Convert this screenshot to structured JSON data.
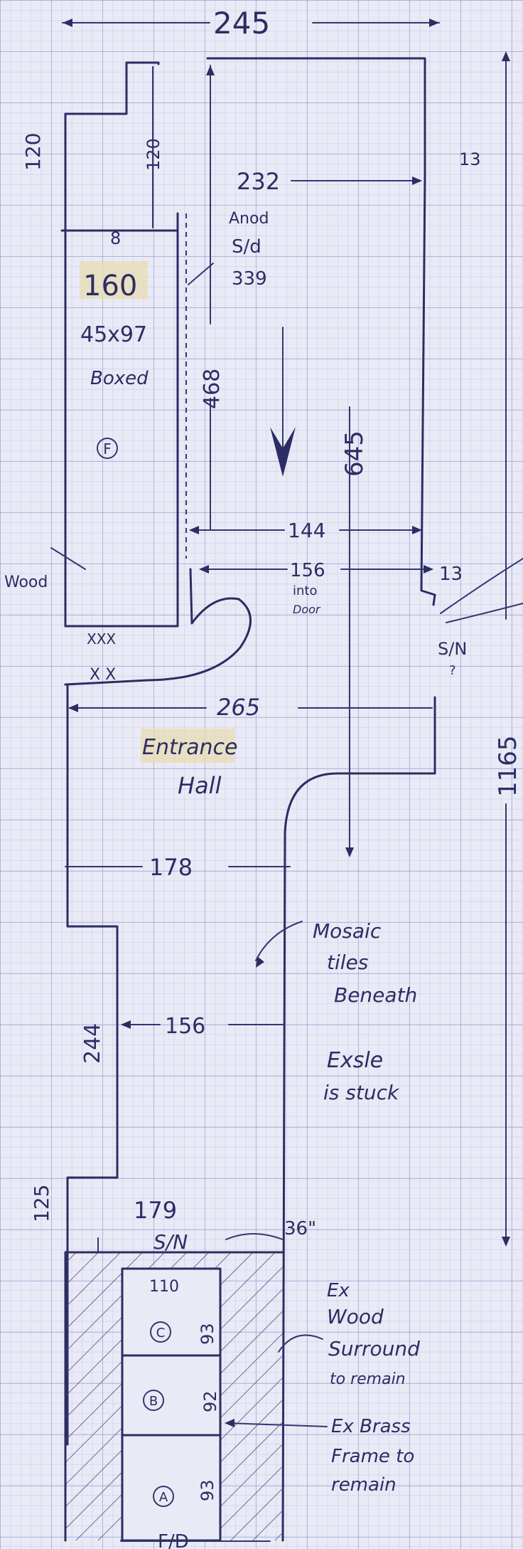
{
  "dimensions": {
    "overall_width": "245",
    "top_step_left": "120",
    "top_step_inner": "120",
    "corridor_width_top": "232",
    "right_jog_top": "13",
    "boxed_length": "160",
    "boxed_section": "45x97",
    "boxed_note": "Boxed",
    "boxed_depth": "8",
    "corridor_length": "468",
    "stair_run": "645",
    "corridor_width_mid": "144",
    "into_door_width": "156",
    "into_door_note_1": "into",
    "into_door_note_2": "Door",
    "right_jog_mid": "13",
    "hall_width": "265",
    "total_length": "1165",
    "hall_lower_width": "178",
    "recess_length": "244",
    "recess_width": "156",
    "lower_step": "125",
    "bay_width": "179",
    "bay_side": "36\"",
    "bay_bottom": "110",
    "hearth_c": "93",
    "hearth_b": "92",
    "hearth_a": "93"
  },
  "labels": {
    "anod_1": "Anod",
    "anod_2": "S/d",
    "anod_3": "339",
    "circle_f": "F",
    "circle_c": "C",
    "circle_b": "B",
    "circle_a": "A",
    "wood": "Wood",
    "xxx": "XXX",
    "xx": "X X",
    "sn_right_1": "S/N",
    "sn_right_2": "?",
    "entrance_1": "Entrance",
    "entrance_2": "Hall",
    "mosaic_1": "Mosaic",
    "mosaic_2": "tiles",
    "mosaic_3": "Beneath",
    "exsle_1": "Exsle",
    "exsle_2": "is stuck",
    "sn_bay": "S/N",
    "wood_surround_1": "Ex",
    "wood_surround_2": "Wood",
    "wood_surround_3": "Surround",
    "wood_surround_4": "to remain",
    "brass_1": "Ex Brass",
    "brass_2": "Frame to",
    "brass_3": "remain",
    "fd": "F/D"
  }
}
